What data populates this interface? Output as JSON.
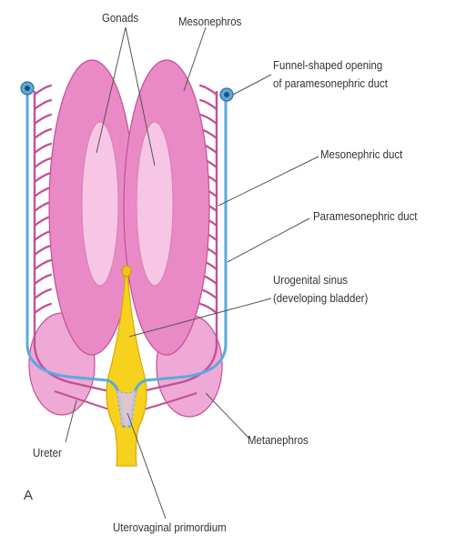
{
  "panel_letter": "A",
  "labels": {
    "gonads": "Gonads",
    "mesonephros": "Mesonephros",
    "funnel_line1": "Funnel-shaped opening",
    "funnel_line2": "of paramesonephric duct",
    "mesonephric_duct": "Mesonephric duct",
    "paramesonephric_duct": "Paramesonephric duct",
    "urogenital_line1": "Urogenital sinus",
    "urogenital_line2": "(developing bladder)",
    "metanephros": "Metanephros",
    "ureter": "Ureter",
    "uterovaginal": "Uterovaginal primordium"
  },
  "colors": {
    "mesonephros_fill": "#e98ac6",
    "gonad_fill": "#f6c6e4",
    "tubule_stroke": "#c44f97",
    "blue_duct": "#5aaadc",
    "sinus_fill": "#f6d21e",
    "metanephros_fill": "#efa9d6",
    "leader_line": "#555555"
  }
}
